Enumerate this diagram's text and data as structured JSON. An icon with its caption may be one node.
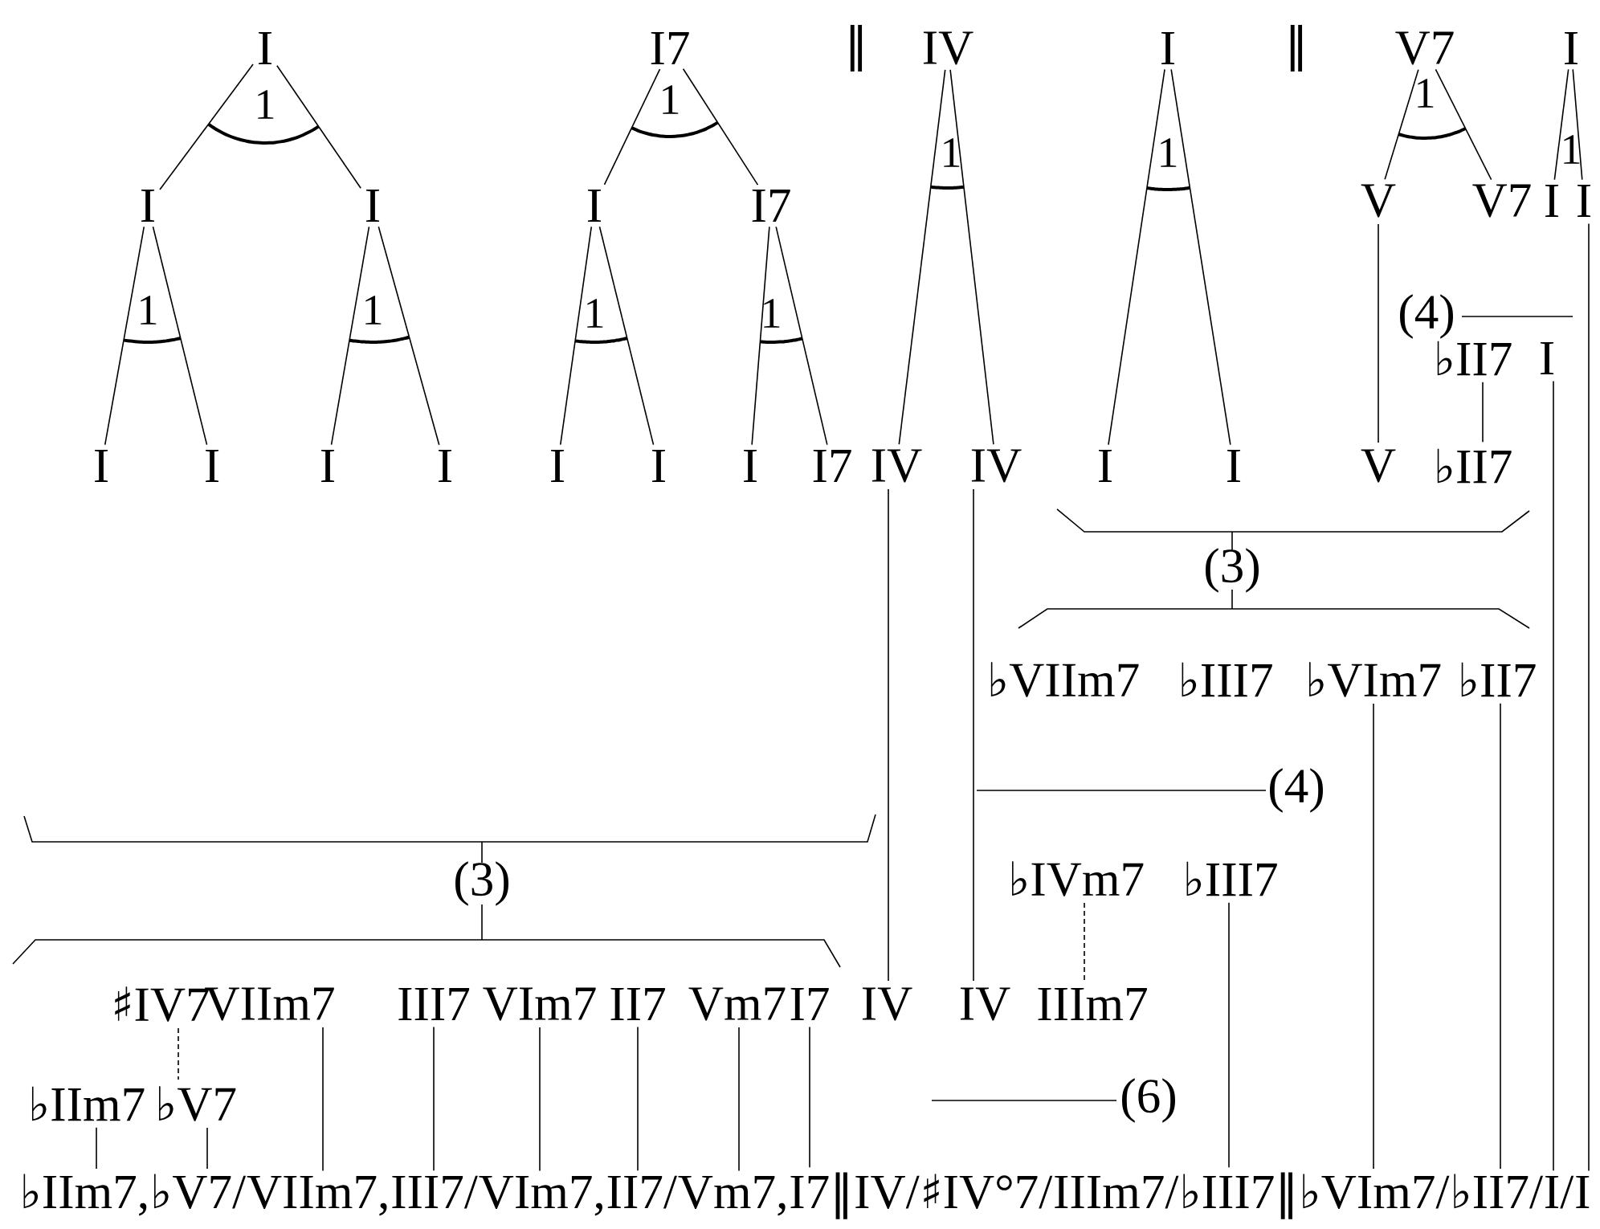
{
  "diagram": {
    "nodes": [
      {
        "text": [
          "I"
        ]
      },
      {
        "text": [
          "I7"
        ]
      },
      {
        "text": [
          "IV"
        ]
      },
      {
        "text": [
          "I"
        ]
      },
      {
        "text": [
          "V7"
        ]
      },
      {
        "text": [
          "I"
        ]
      },
      {
        "text": [
          "I"
        ]
      },
      {
        "text": [
          "I"
        ]
      },
      {
        "text": [
          "I"
        ]
      },
      {
        "text": [
          "I7"
        ]
      },
      {
        "text": [
          "V"
        ]
      },
      {
        "text": [
          "V7"
        ]
      },
      {
        "text": [
          "I"
        ]
      },
      {
        "text": [
          "I"
        ]
      },
      {
        "text": [
          "♭II7"
        ]
      },
      {
        "text": [
          "I"
        ]
      },
      {
        "text": [
          "I"
        ]
      },
      {
        "text": [
          "I"
        ]
      },
      {
        "text": [
          "I"
        ]
      },
      {
        "text": [
          "I"
        ]
      },
      {
        "text": [
          "I"
        ]
      },
      {
        "text": [
          "I"
        ]
      },
      {
        "text": [
          "I"
        ]
      },
      {
        "text": [
          "I7"
        ]
      },
      {
        "text": [
          "IV"
        ]
      },
      {
        "text": [
          "IV"
        ]
      },
      {
        "text": [
          "I"
        ]
      },
      {
        "text": [
          "I"
        ]
      },
      {
        "text": [
          "V"
        ]
      },
      {
        "text": [
          "♭II7"
        ]
      },
      {
        "text": [
          "♭VIIm7"
        ]
      },
      {
        "text": [
          "♭III7"
        ]
      },
      {
        "text": [
          "♭VIm7"
        ]
      },
      {
        "text": [
          "♭II7"
        ]
      },
      {
        "text": [
          "♭IVm7"
        ]
      },
      {
        "text": [
          "♭III7"
        ]
      },
      {
        "text": [
          "♯IV7"
        ]
      },
      {
        "text": [
          "VIIm7"
        ]
      },
      {
        "text": [
          "III7"
        ]
      },
      {
        "text": [
          "VIm7"
        ]
      },
      {
        "text": [
          "II7"
        ]
      },
      {
        "text": [
          "Vm7"
        ]
      },
      {
        "text": [
          "I7"
        ]
      },
      {
        "text": [
          "IV"
        ]
      },
      {
        "text": [
          "IV"
        ]
      },
      {
        "text": [
          "IIIm7"
        ]
      },
      {
        "text": [
          "♭IIm7"
        ]
      },
      {
        "text": [
          "♭V7"
        ]
      },
      {
        "text": [
          "♭IIm7,"
        ]
      },
      {
        "text": [
          "♭V7/"
        ]
      },
      {
        "text": [
          "VIIm7,"
        ]
      },
      {
        "text": [
          "III7/"
        ]
      },
      {
        "text": [
          "VIm7,"
        ]
      },
      {
        "text": [
          "II7/"
        ]
      },
      {
        "text": [
          "Vm7,"
        ]
      },
      {
        "text": [
          "I7‖"
        ]
      },
      {
        "text": [
          "IV/"
        ]
      },
      {
        "text": [
          "♯IV°7/"
        ]
      },
      {
        "text": [
          "IIIm7/"
        ]
      },
      {
        "text": [
          "♭III7‖"
        ]
      },
      {
        "text": [
          "♭VIm7/"
        ]
      },
      {
        "text": [
          "♭II7/"
        ]
      },
      {
        "text": [
          "I/"
        ]
      },
      {
        "text": [
          "I"
        ]
      }
    ],
    "edges": [
      {
        "from": 0,
        "to": 6,
        "arrow": "none"
      },
      {
        "from": 0,
        "to": 7,
        "arrow": "none"
      },
      {
        "from": 6,
        "to": 16,
        "arrow": "none"
      },
      {
        "from": 6,
        "to": 17,
        "arrow": "none"
      },
      {
        "from": 7,
        "to": 18,
        "arrow": "none"
      },
      {
        "from": 7,
        "to": 19,
        "arrow": "none"
      },
      {
        "from": 1,
        "to": 8,
        "arrow": "none"
      },
      {
        "from": 1,
        "to": 9,
        "arrow": "none"
      },
      {
        "from": 8,
        "to": 20,
        "arrow": "none"
      },
      {
        "from": 8,
        "to": 21,
        "arrow": "none"
      },
      {
        "from": 9,
        "to": 22,
        "arrow": "none"
      },
      {
        "from": 9,
        "to": 23,
        "arrow": "none"
      },
      {
        "from": 2,
        "to": 24,
        "arrow": "none"
      },
      {
        "from": 2,
        "to": 25,
        "arrow": "none"
      },
      {
        "from": 3,
        "to": 26,
        "arrow": "none"
      },
      {
        "from": 3,
        "to": 27,
        "arrow": "none"
      },
      {
        "from": 4,
        "to": 10,
        "arrow": "none"
      },
      {
        "from": 4,
        "to": 11,
        "arrow": "none"
      },
      {
        "from": 5,
        "to": 12,
        "arrow": "none"
      },
      {
        "from": 5,
        "to": 13,
        "arrow": "none"
      },
      {
        "from": 10,
        "to": 28,
        "arrow": "none"
      },
      {
        "from": 14,
        "to": 29,
        "arrow": "none"
      },
      {
        "from": 24,
        "to": 43,
        "arrow": "none"
      },
      {
        "from": 25,
        "to": 44,
        "arrow": "none"
      },
      {
        "from": 32,
        "to": 60,
        "arrow": "none"
      },
      {
        "from": 33,
        "to": 61,
        "arrow": "none"
      },
      {
        "from": 35,
        "to": 59,
        "arrow": "none"
      },
      {
        "from": 34,
        "to": 45,
        "arrow": "none",
        "style": "dashed"
      },
      {
        "from": 36,
        "to": 47,
        "arrow": "none",
        "style": "dashed"
      },
      {
        "from": 46,
        "to": 48,
        "arrow": "none"
      },
      {
        "from": 47,
        "to": 49,
        "arrow": "none"
      },
      {
        "from": 37,
        "to": 50,
        "arrow": "none"
      },
      {
        "from": 38,
        "to": 51,
        "arrow": "none"
      },
      {
        "from": 39,
        "to": 52,
        "arrow": "none"
      },
      {
        "from": 40,
        "to": 53,
        "arrow": "none"
      },
      {
        "from": 41,
        "to": 54,
        "arrow": "none"
      },
      {
        "from": 42,
        "to": 55,
        "arrow": "none"
      },
      {
        "from": 15,
        "to": 62,
        "arrow": "none"
      },
      {
        "from": 13,
        "to": 63,
        "arrow": "none"
      }
    ],
    "labels": [
      "‖",
      "‖",
      "1",
      "1",
      "1",
      "1",
      "1",
      "1",
      "1",
      "1",
      "1",
      "1",
      "(4)",
      "(3)",
      "(4)",
      "(3)",
      "(6)"
    ]
  }
}
